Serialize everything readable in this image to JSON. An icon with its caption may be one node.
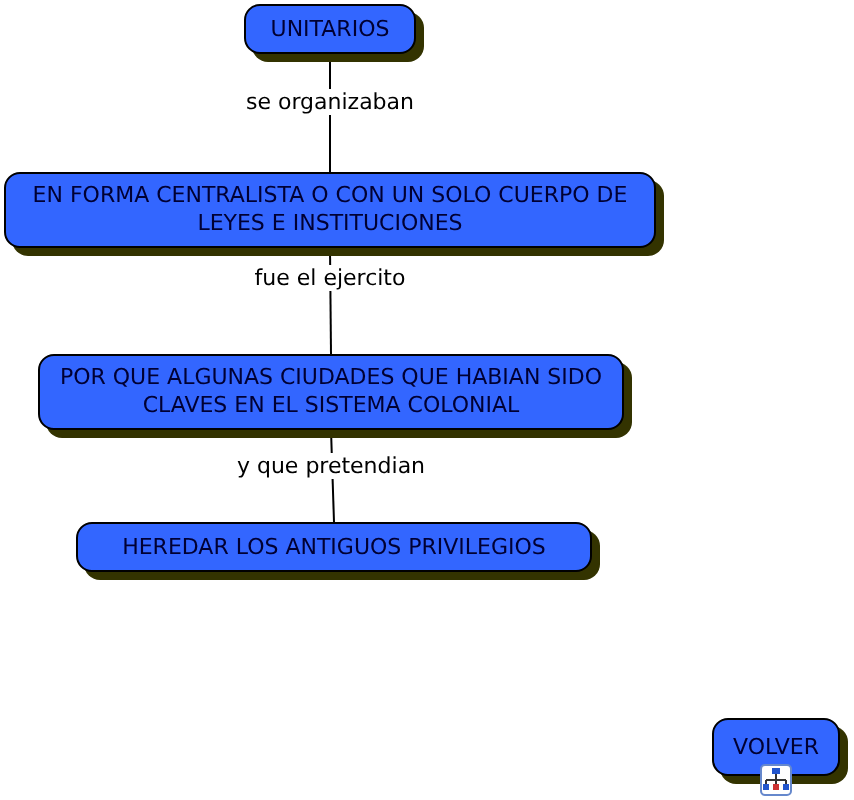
{
  "diagram": {
    "nodes": [
      {
        "text": [
          "UNITARIOS"
        ]
      },
      {
        "text": [
          "EN FORMA CENTRALISTA O CON UN SOLO CUERPO DE LEYES E INSTITUCIONES"
        ]
      },
      {
        "text": [
          "POR QUE ALGUNAS CIUDADES  QUE HABIAN SIDO CLAVES EN EL SISTEMA COLONIAL"
        ]
      },
      {
        "text": [
          "HEREDAR LOS ANTIGUOS PRIVILEGIOS"
        ]
      },
      {
        "text": [
          "VOLVER"
        ]
      }
    ],
    "edges": [
      {
        "from": 0,
        "to": 1,
        "arrow": "none",
        "label": "se organizaban"
      },
      {
        "from": 1,
        "to": 2,
        "arrow": "none",
        "label": "fue el ejercito"
      },
      {
        "from": 2,
        "to": 3,
        "arrow": "none",
        "label": "y que pretendian"
      }
    ]
  }
}
